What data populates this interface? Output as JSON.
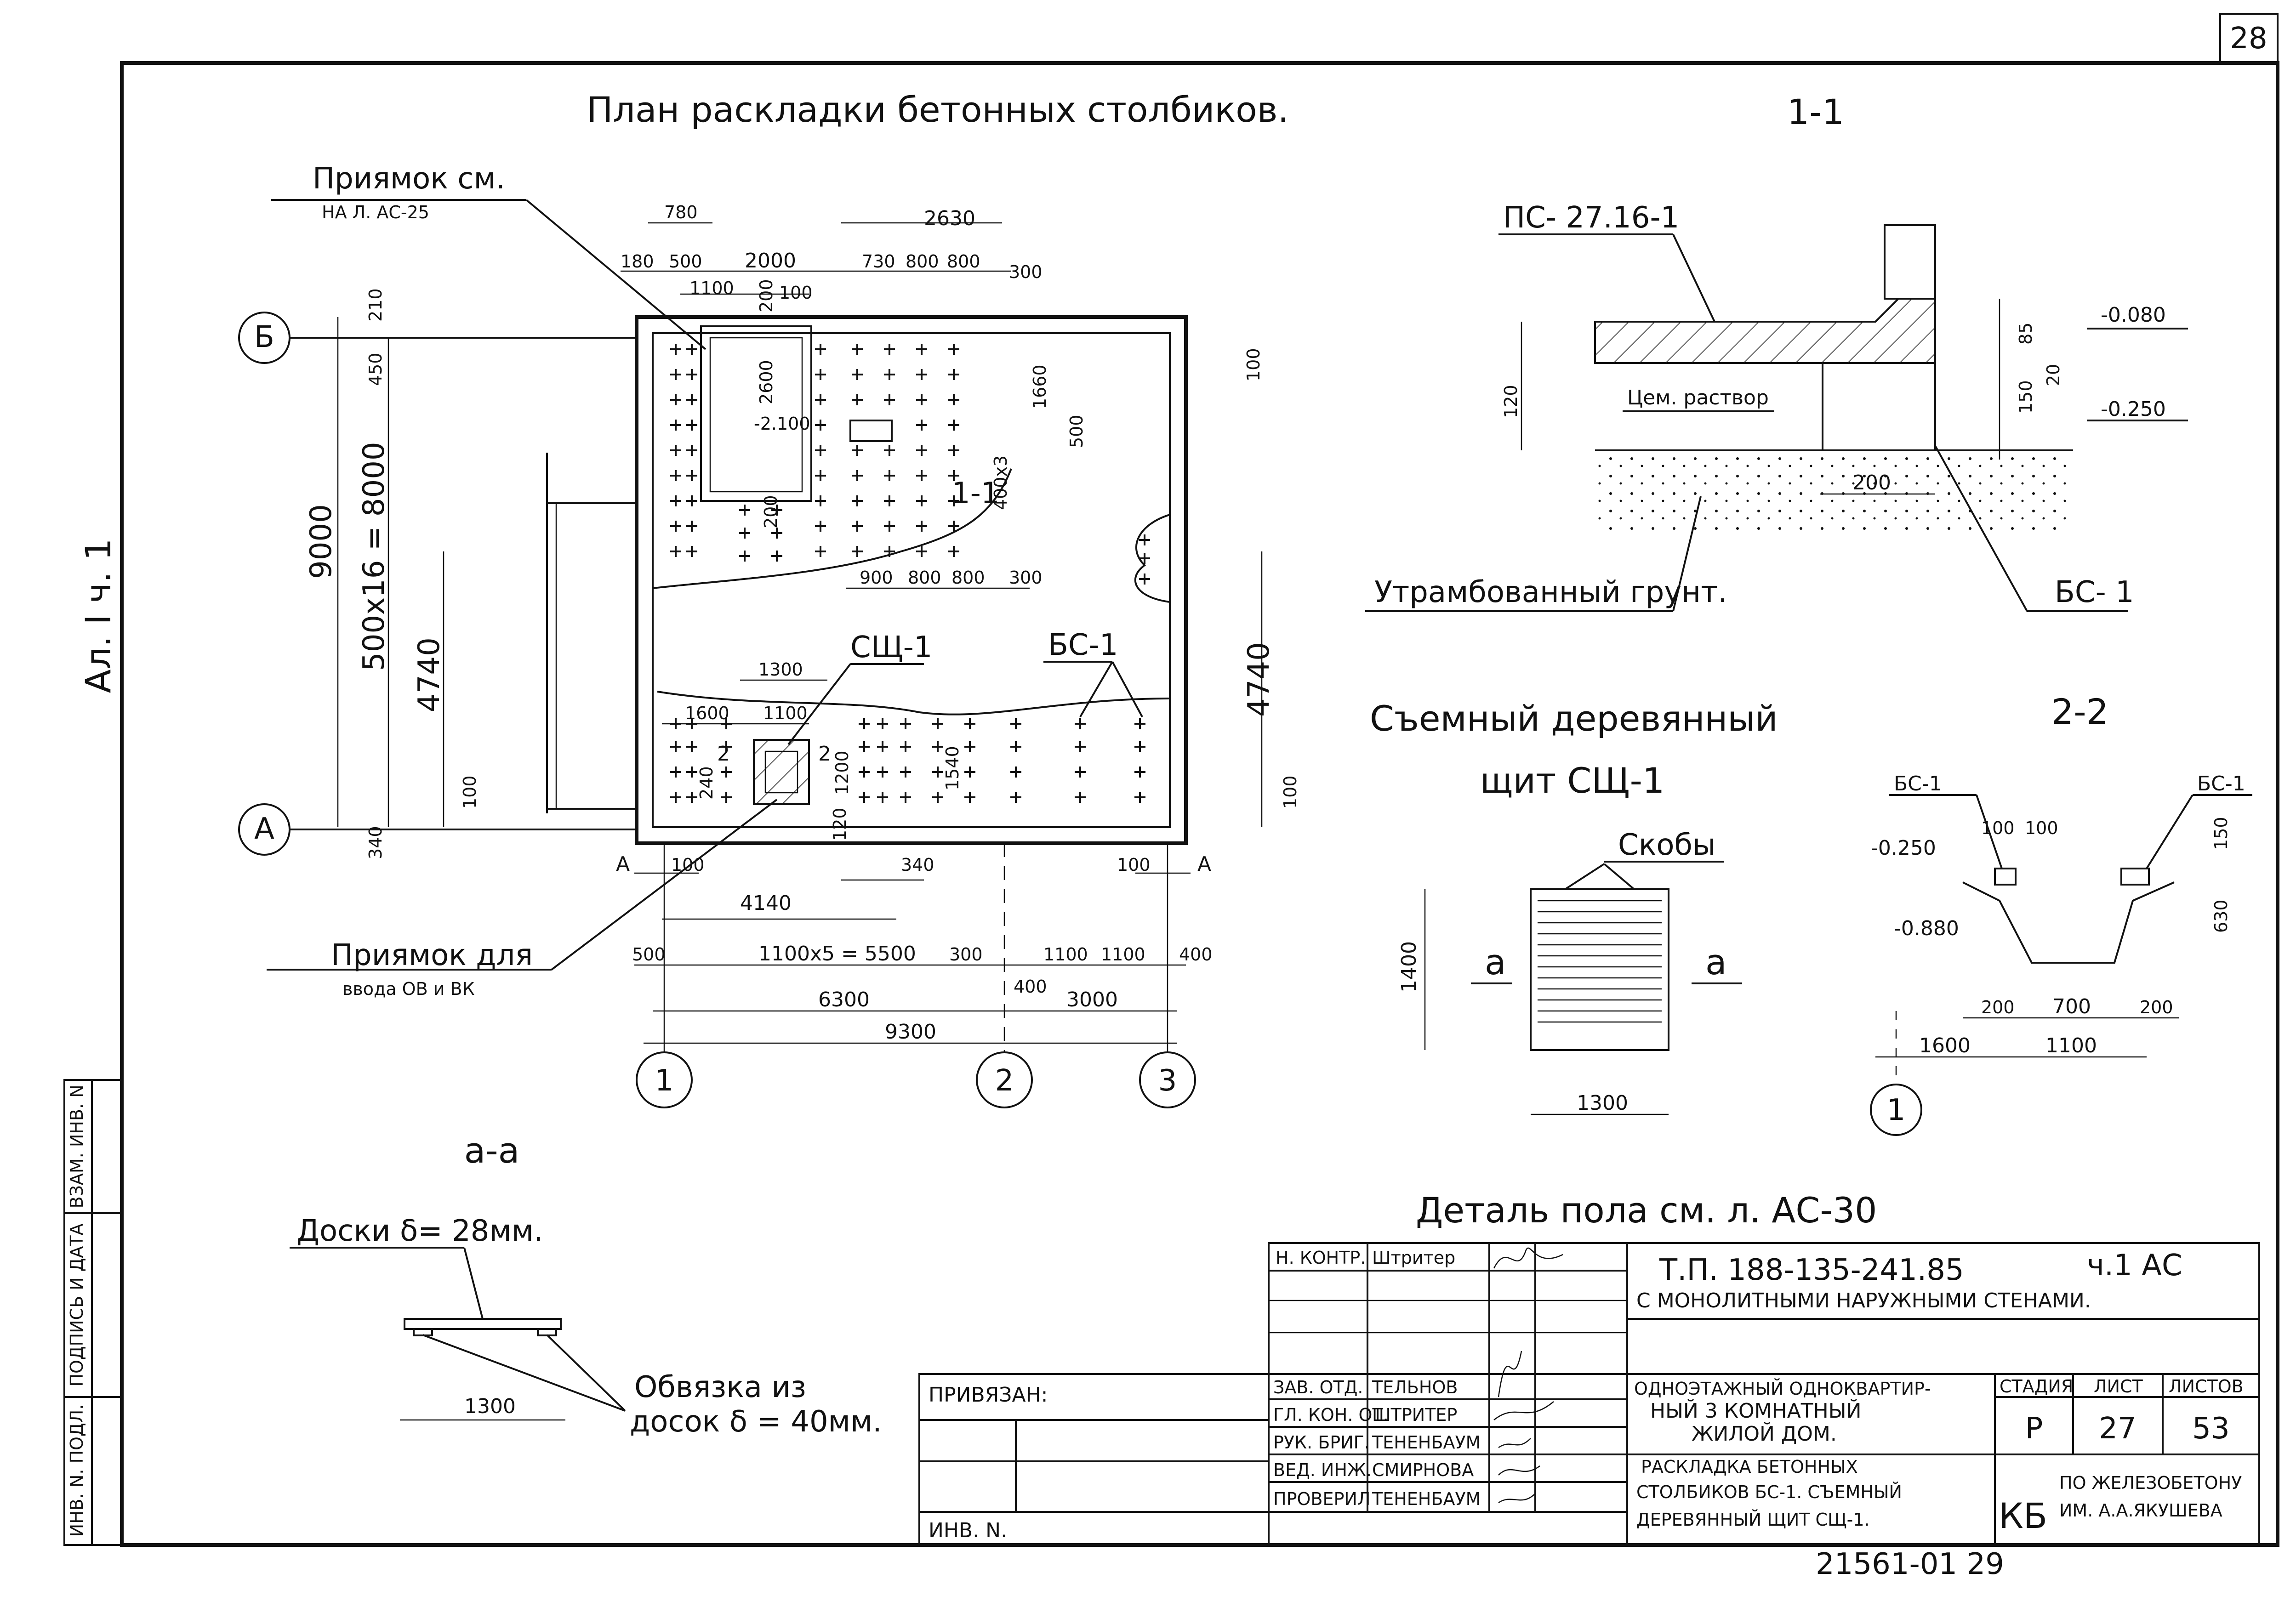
{
  "sheet": {
    "page_number": "28",
    "margin_note": "Ал. I ч. 1",
    "bottom_number": "21561-01  29"
  },
  "plan": {
    "title": "План раскладки бетонных столбиков.",
    "callout_pit1_line1": "Приямок см.",
    "callout_pit1_line2": "НА Л. АС-25",
    "callout_pit2_line1": "Приямок для",
    "callout_pit2_line2": "ввода ОВ и ВК",
    "label_sch": "СЩ-1",
    "label_bs": "БС-1",
    "pit_level": "-2.100",
    "section_mark": "1-1",
    "section_mark_2": "2",
    "section_a": "А",
    "axes": {
      "b": "Б",
      "a": "А",
      "a1": "1",
      "a2": "2",
      "a3": "3"
    },
    "dims_top": [
      "780",
      "2630",
      "180",
      "500",
      "2000",
      "730",
      "800",
      "800",
      "300",
      "1100",
      "200",
      "100"
    ],
    "dims_inner": [
      "2600",
      "1660",
      "500",
      "400x3",
      "200",
      "900",
      "800",
      "800",
      "300",
      "1300",
      "1600",
      "1100",
      "1200",
      "1540",
      "240",
      "120"
    ],
    "dims_left": [
      "210",
      "450",
      "9000",
      "500x16 = 8000",
      "4740",
      "100",
      "340"
    ],
    "dims_right": [
      "100",
      "4740",
      "100"
    ],
    "dims_bottom": [
      "100",
      "340",
      "4140",
      "100",
      "500",
      "1100x5 = 5500",
      "300",
      "1100",
      "1100",
      "400",
      "400",
      "6300",
      "3000",
      "9300"
    ]
  },
  "section11": {
    "title": "1-1",
    "label_ps": "ПС- 27.16-1",
    "label_mortar": "Цем. раствор",
    "label_ground": "Утрамбованный грунт.",
    "label_bs": "БС- 1",
    "level1": "-0.080",
    "level2": "-0.250",
    "dims": [
      "85",
      "20",
      "150",
      "120",
      "200"
    ]
  },
  "shield": {
    "title_line1": "Съемный деревянный",
    "title_line2": "щит СЩ-1",
    "label_brackets": "Скобы",
    "cut": "а",
    "dim_height": "1400",
    "dim_width": "1300"
  },
  "section22": {
    "title": "2-2",
    "label_bs_left": "БС-1",
    "label_bs_right": "БС-1",
    "level1": "-0.250",
    "level2": "-0.880",
    "axis": "1",
    "dims": [
      "100",
      "100",
      "150",
      "630",
      "200",
      "700",
      "200",
      "1600",
      "1100"
    ]
  },
  "section_aa": {
    "title": "а-а",
    "label_boards": "Доски δ= 28мм.",
    "label_binding_line1": "Обвязка из",
    "label_binding_line2": "досок δ = 40мм.",
    "dim_width": "1300"
  },
  "floor_note": "Деталь пола см. л. АС-30",
  "stamp": {
    "privyazan": "ПРИВЯЗАН:",
    "inv_no": "ИНВ. N.",
    "side_labels": [
      "ИНВ. N. ПОДЛ.",
      "ПОДПИСЬ И ДАТА",
      "ВЗАМ. ИНВ. N"
    ],
    "roles": [
      "Н. КОНТР.",
      "ЗАВ. ОТД.",
      "ГЛ. КОН. ОТ.",
      "РУК. БРИГ.",
      "ВЕД. ИНЖ.",
      "ПРОВЕРИЛ"
    ],
    "names": [
      "Штритер",
      "ТЕЛЬНОВ",
      "ШТРИТЕР",
      "ТЕНЕНБАУМ",
      "СМИРНОВА",
      "ТЕНЕНБАУМ"
    ],
    "project_line1": "Т.П. 188-135-241.85",
    "project_part": "ч.1 АС",
    "project_line2": "С МОНОЛИТНЫМИ НАРУЖНЫМИ СТЕНАМИ.",
    "building_line1": "ОДНОЭТАЖНЫЙ ОДНОКВАРТИР-",
    "building_line2": "НЫЙ 3 КОМНАТНЫЙ",
    "building_line3": "ЖИЛОЙ ДОМ.",
    "sheet_title_line1": "РАСКЛАДКА БЕТОННЫХ",
    "sheet_title_line2": "СТОЛБИКОВ БС-1. СЪЕМНЫЙ",
    "sheet_title_line3": "ДЕРЕВЯННЫЙ ЩИТ СЩ-1.",
    "col_stage": "СТАДИЯ",
    "col_sheet": "ЛИСТ",
    "col_sheets": "ЛИСТОВ",
    "stage": "Р",
    "sheet": "27",
    "sheets": "53",
    "org_logo": "КБ",
    "org_line1": "ПО ЖЕЛЕЗОБЕТОНУ",
    "org_line2": "ИМ. А.А.ЯКУШЕВА"
  }
}
